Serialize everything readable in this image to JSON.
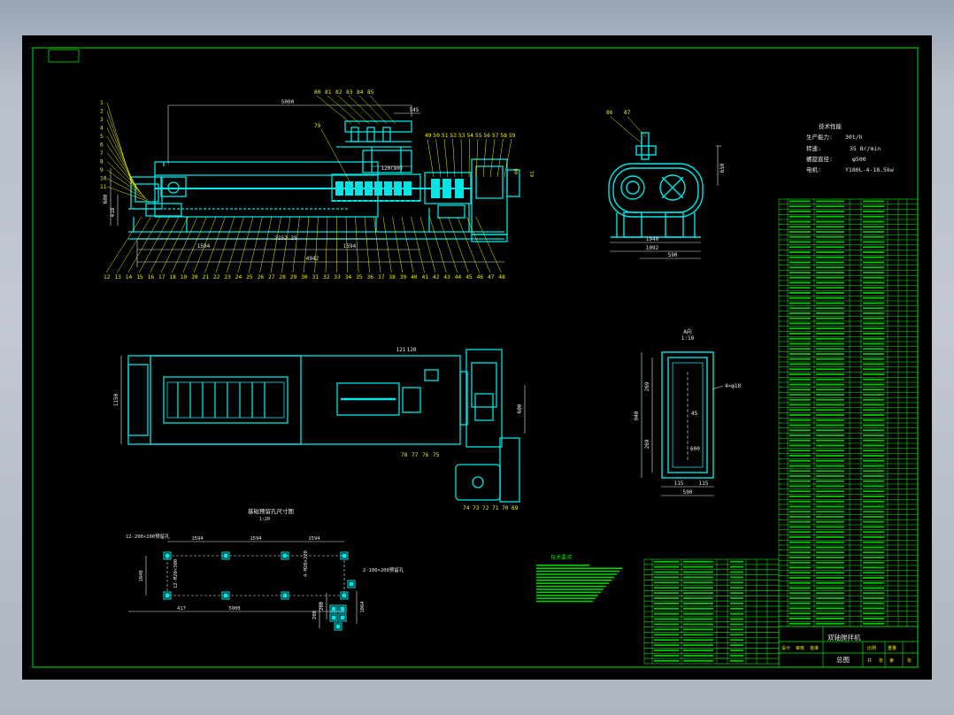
{
  "colors": {
    "frame": "#00e600",
    "machine": "#00e5e5",
    "dim": "#e8e8e8",
    "balloon": "#f0f000",
    "hatch": "#00d200",
    "note": "#00e600"
  },
  "tech": {
    "title": "技术性能",
    "rows": [
      {
        "label": "生产能力:",
        "value": "30t/h"
      },
      {
        "label": "转速:",
        "value": "35 Br/min"
      },
      {
        "label": "螺旋直径:",
        "value": "φ500"
      },
      {
        "label": "电机:",
        "value": "Y180L-4-18.5kw"
      }
    ]
  },
  "dims": {
    "top_5000": "5000",
    "top_545": "545",
    "top_120": "120(80)",
    "bot_1594": "1594",
    "bot_1594b": "1594",
    "bot_3152": "3152.25",
    "bot_4942": "4942",
    "left_600": "600",
    "left_418": "418",
    "side_1040": "1040",
    "side_1092": "1092",
    "side_590": "590",
    "side_650": "650",
    "plan_1150": "1150",
    "plan_600": "600",
    "plan_121": "121",
    "plan_120": "120",
    "view_a": "A向",
    "view_a2": "1:10",
    "cut_590": "590",
    "cut_115a": "115",
    "cut_115b": "115",
    "cut_940": "940",
    "cut_269a": "269",
    "cut_269b": "269",
    "cut_600": "600",
    "cut_45": "45",
    "cut_label": "4×φ18",
    "found_title": "基础预留孔尺寸图",
    "found_scale": "1:20",
    "found_holes": "12-200×200预留孔",
    "found_d1": "1594",
    "found_d2": "1594",
    "found_d3": "1594",
    "found_5000": "5000",
    "found_417": "417",
    "found_1040": "1040",
    "found_m20": "12-M20×300",
    "found_holes2": "2-100×200预留孔",
    "found_200a": "200",
    "found_200b": "200",
    "found_1064": "1064",
    "found_m20b": "4-M20×220",
    "notes_title": "技术要求"
  },
  "balloons": {
    "elev_left": [
      "1",
      "2",
      "3",
      "4",
      "5",
      "6",
      "7",
      "8",
      "9",
      "10",
      "11"
    ],
    "elev_bottom": [
      "12",
      "13",
      "14",
      "15",
      "16",
      "17",
      "18",
      "19",
      "20",
      "21",
      "22",
      "23",
      "24",
      "25",
      "26",
      "27",
      "28",
      "29",
      "30",
      "31",
      "32",
      "33",
      "34",
      "35",
      "36",
      "37",
      "38",
      "39",
      "40",
      "41",
      "42",
      "43",
      "44",
      "45",
      "46",
      "47",
      "48"
    ],
    "elev_top_a": [
      "80",
      "81",
      "82",
      "83",
      "84",
      "85"
    ],
    "elev_top_b": [
      "49",
      "50",
      "51",
      "52",
      "53",
      "54",
      "55",
      "56",
      "57",
      "58",
      "59"
    ],
    "elev_79": "79",
    "elev_60": "60",
    "elev_61": "61",
    "side_top": [
      "86",
      "87"
    ],
    "plan_bottom_a": [
      "78",
      "77",
      "76",
      "75"
    ],
    "plan_bottom_b": [
      "74",
      "73",
      "72",
      "71",
      "70",
      "69"
    ]
  },
  "title_block": {
    "drawing_title": "双轴搅拌机",
    "drawing_subtitle": "总图",
    "cells": [
      "设计",
      "审核",
      "批准",
      "比例",
      "重量",
      "共",
      "张",
      "第",
      "张"
    ]
  }
}
